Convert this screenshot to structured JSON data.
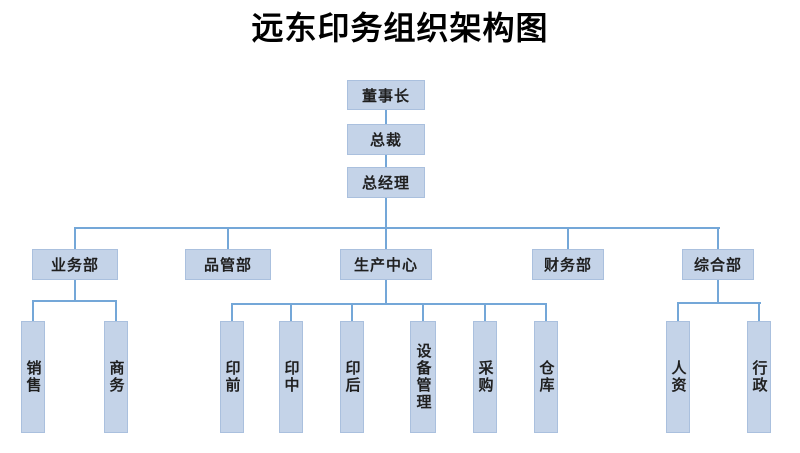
{
  "title": "远东印务组织架构图",
  "colors": {
    "box_fill": "#c4d3e8",
    "box_border": "#aac0de",
    "connector": "#74a7d8",
    "text": "#1f1f1f",
    "title_color": "#000000",
    "background": "#ffffff"
  },
  "org": {
    "chairman": "董事长",
    "president": "总裁",
    "general_manager": "总经理",
    "departments": [
      {
        "label": "业务部",
        "children": [
          {
            "label": "销售"
          },
          {
            "label": "商务"
          }
        ]
      },
      {
        "label": "品管部",
        "children": []
      },
      {
        "label": "生产中心",
        "children": [
          {
            "label": "印前"
          },
          {
            "label": "印中"
          },
          {
            "label": "印后"
          },
          {
            "label": "设备管理"
          },
          {
            "label": "采购"
          },
          {
            "label": "仓库"
          }
        ]
      },
      {
        "label": "财务部",
        "children": []
      },
      {
        "label": "综合部",
        "children": [
          {
            "label": "人资"
          },
          {
            "label": "行政"
          }
        ]
      }
    ]
  }
}
